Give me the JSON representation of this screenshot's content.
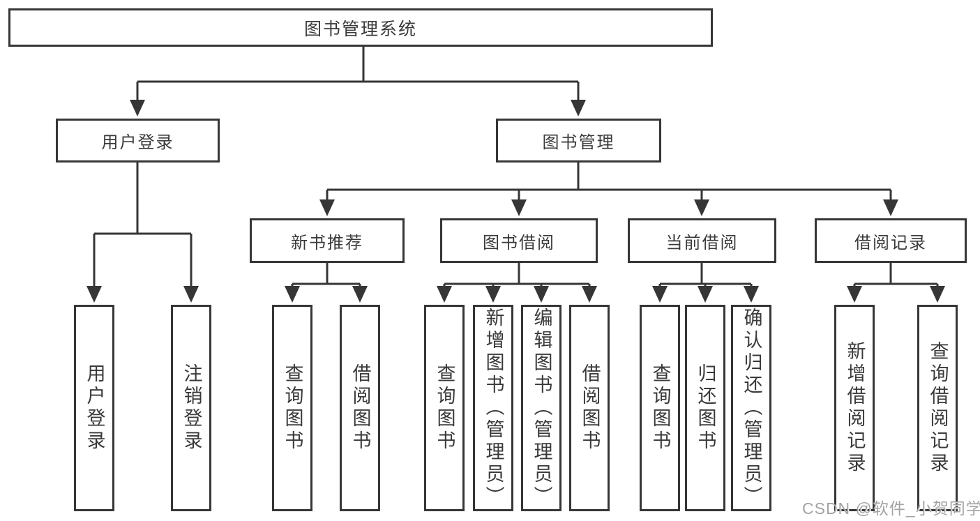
{
  "title": "图书管理系统",
  "branches": [
    {
      "label": "用户登录",
      "children": [
        {
          "label": "用户登录"
        },
        {
          "label": "注销登录"
        }
      ]
    },
    {
      "label": "图书管理",
      "children": [
        {
          "label": "新书推荐",
          "children": [
            {
              "label": "查询图书"
            },
            {
              "label": "借阅图书"
            }
          ]
        },
        {
          "label": "图书借阅",
          "children": [
            {
              "label": "查询图书"
            },
            {
              "label": "新增图书（管理员）"
            },
            {
              "label": "编辑图书（管理员）"
            },
            {
              "label": "借阅图书"
            }
          ]
        },
        {
          "label": "当前借阅",
          "children": [
            {
              "label": "查询图书"
            },
            {
              "label": "归还图书"
            },
            {
              "label": "确认归还（管理员）"
            }
          ]
        },
        {
          "label": "借阅记录",
          "children": [
            {
              "label": "新增借阅记录"
            },
            {
              "label": "查询借阅记录"
            }
          ]
        }
      ]
    }
  ],
  "watermark": {
    "text": "CSDN @软件_小贺同学"
  },
  "colors": {
    "line": "#363636",
    "text": "#3a3a3a",
    "watermark": "#a3a3a3",
    "background": "#ffffff"
  }
}
